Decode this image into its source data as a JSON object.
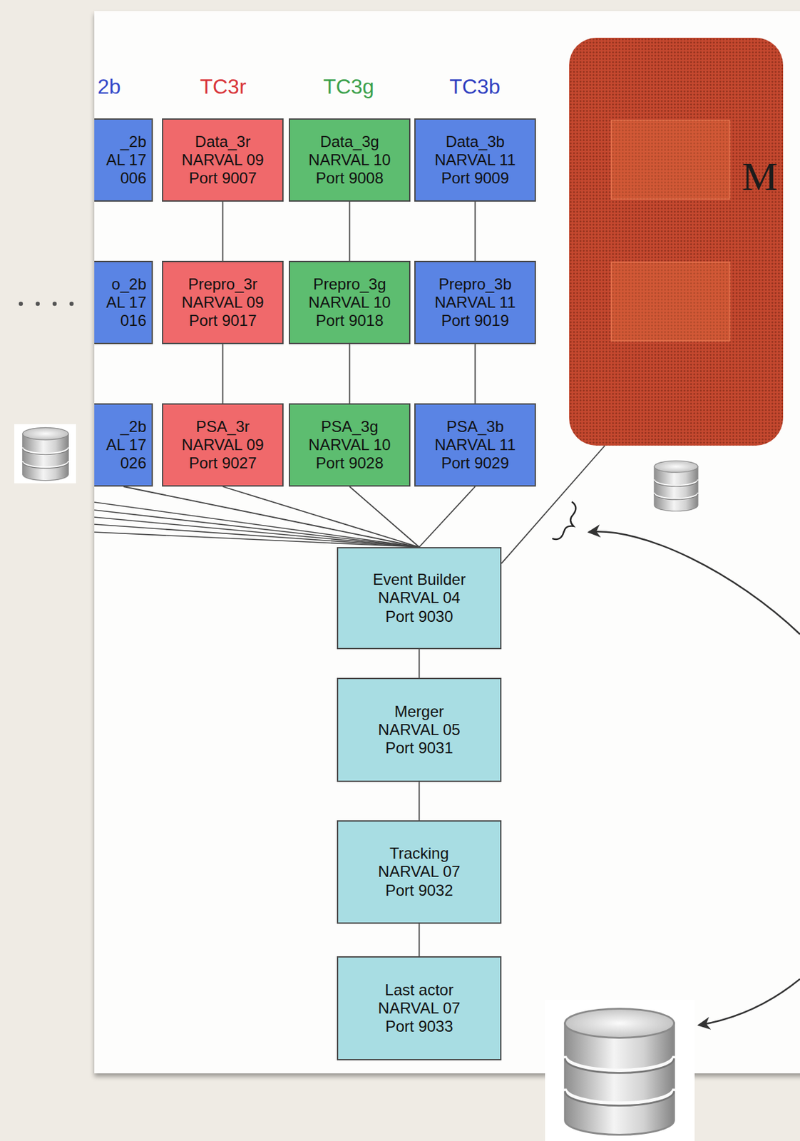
{
  "diagram": {
    "nodes": [
      {
        "text": [
          "_2b AL 17 006"
        ]
      },
      {
        "text": [
          "Data_3r NARVAL 09 Port 9007"
        ]
      },
      {
        "text": [
          "Data_3g NARVAL 10 Port 9008"
        ]
      },
      {
        "text": [
          "Data_3b NARVAL 11 Port 9009"
        ]
      },
      {
        "text": [
          "M"
        ]
      },
      {
        "text": [
          "o_2b AL 17 016"
        ]
      },
      {
        "text": [
          "Prepro_3r NARVAL 09 Port 9017"
        ]
      },
      {
        "text": [
          "Prepro_3g NARVAL 10 Port 9018"
        ]
      },
      {
        "text": [
          "Prepro_3b NARVAL 11 Port 9019"
        ]
      },
      {
        "text": [
          "_2b AL 17 026"
        ]
      },
      {
        "text": [
          "PSA_3r NARVAL 09 Port 9027"
        ]
      },
      {
        "text": [
          "PSA_3g NARVAL 10 Port 9028"
        ]
      },
      {
        "text": [
          "PSA_3b NARVAL 11 Port 9029"
        ]
      },
      {
        "text": [
          "Event Builder NARVAL 04 Port 9030"
        ]
      },
      {
        "text": [
          "Merger NARVAL 05 Port 9031"
        ]
      },
      {
        "text": [
          "Tracking NARVAL 07 Port 9032"
        ]
      },
      {
        "text": [
          "Last actor NARVAL 07 Port 9033"
        ]
      }
    ],
    "edges": [
      {
        "from": 1,
        "to": 6,
        "arrow": "none"
      },
      {
        "from": 6,
        "to": 10,
        "arrow": "none"
      },
      {
        "from": 2,
        "to": 7,
        "arrow": "none"
      },
      {
        "from": 7,
        "to": 11,
        "arrow": "none"
      },
      {
        "from": 3,
        "to": 8,
        "arrow": "none"
      },
      {
        "from": 8,
        "to": 12,
        "arrow": "none"
      },
      {
        "from": 9,
        "to": 13,
        "arrow": "none"
      },
      {
        "from": 10,
        "to": 13,
        "arrow": "none"
      },
      {
        "from": 11,
        "to": 13,
        "arrow": "none"
      },
      {
        "from": 12,
        "to": 13,
        "arrow": "none"
      },
      {
        "from": 4,
        "to": 13,
        "arrow": "none"
      },
      {
        "from": 13,
        "to": 14,
        "arrow": "none"
      },
      {
        "from": 14,
        "to": 15,
        "arrow": "none"
      },
      {
        "from": 15,
        "to": 16,
        "arrow": "none"
      }
    ],
    "labels": [
      "2b",
      "TC3r",
      "TC3g",
      "TC3b"
    ]
  }
}
